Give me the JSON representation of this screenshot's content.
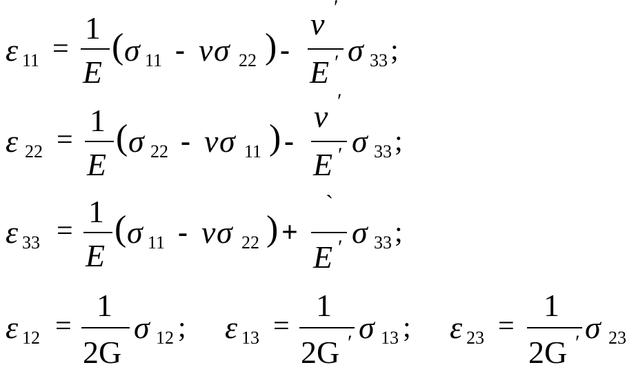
{
  "equations": [
    {
      "lhs": {
        "symbol": "ε",
        "index": "11"
      },
      "eq": "=",
      "frac1": {
        "num": "1",
        "den": "E"
      },
      "open": "(",
      "s1": {
        "symbol": "σ",
        "index": "11"
      },
      "minus1": "-",
      "nu": "ν",
      "s2": {
        "symbol": "σ",
        "index": "22"
      },
      "close": ")",
      "op2": "-",
      "frac2": {
        "num": "ν",
        "num_prime": "ʹ",
        "den": "E",
        "den_prime": "ʹ"
      },
      "s3": {
        "symbol": "σ",
        "index": "33"
      },
      "end": ";"
    },
    {
      "lhs": {
        "symbol": "ε",
        "index": "22"
      },
      "eq": "=",
      "frac1": {
        "num": "1",
        "den": "E"
      },
      "open": "(",
      "s1": {
        "symbol": "σ",
        "index": "22"
      },
      "minus1": "-",
      "nu": "ν",
      "s2": {
        "symbol": "σ",
        "index": "11"
      },
      "close": ")",
      "op2": "-",
      "frac2": {
        "num": "ν",
        "num_prime": "ʹ",
        "den": "E",
        "den_prime": "ʹ"
      },
      "s3": {
        "symbol": "σ",
        "index": "33"
      },
      "end": ";"
    },
    {
      "lhs": {
        "symbol": "ε",
        "index": "33"
      },
      "eq": "=",
      "frac1": {
        "num": "1",
        "den": "E"
      },
      "open": "(",
      "s1": {
        "symbol": "σ",
        "index": "11"
      },
      "minus1": "-",
      "nu": "ν",
      "s2": {
        "symbol": "σ",
        "index": "22"
      },
      "close": ")",
      "op2": "+",
      "frac2": {
        "num": "`",
        "num_prime": "",
        "den": "E",
        "den_prime": "ʹ"
      },
      "s3": {
        "symbol": "σ",
        "index": "33"
      },
      "end": ";"
    }
  ],
  "shear": [
    {
      "lhs": {
        "symbol": "ε",
        "index": "12"
      },
      "eq": "=",
      "num": "1",
      "den": "2G",
      "den_prime": "",
      "s": {
        "symbol": "σ",
        "index": "12"
      },
      "end": ";"
    },
    {
      "lhs": {
        "symbol": "ε",
        "index": "13"
      },
      "eq": "=",
      "num": "1",
      "den": "2G",
      "den_prime": "ʹ",
      "s": {
        "symbol": "σ",
        "index": "13"
      },
      "end": ";"
    },
    {
      "lhs": {
        "symbol": "ε",
        "index": "23"
      },
      "eq": "=",
      "num": "1",
      "den": "2G",
      "den_prime": "ʹ",
      "s": {
        "symbol": "σ",
        "index": "23"
      },
      "end": ""
    }
  ]
}
